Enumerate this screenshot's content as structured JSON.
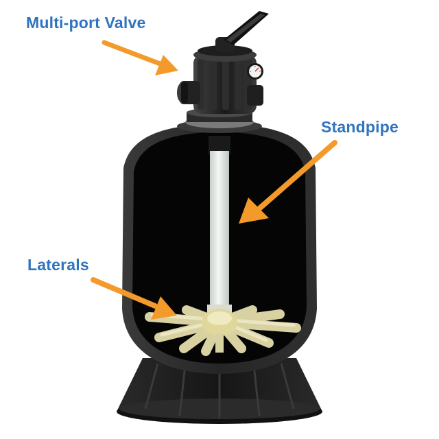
{
  "colors": {
    "label_text": "#2f74bd",
    "arrow": "#f39a2b",
    "tank_shell": "#262626",
    "tank_interior": "#050505",
    "standpipe": "#e6ebe6",
    "laterals": "#e4dfb6",
    "base": "#1c1c1c"
  },
  "labels": {
    "multiport_valve": "Multi-port Valve",
    "standpipe": "Standpipe",
    "laterals": "Laterals"
  },
  "icons": {
    "pressure_gauge": "gauge-icon"
  }
}
